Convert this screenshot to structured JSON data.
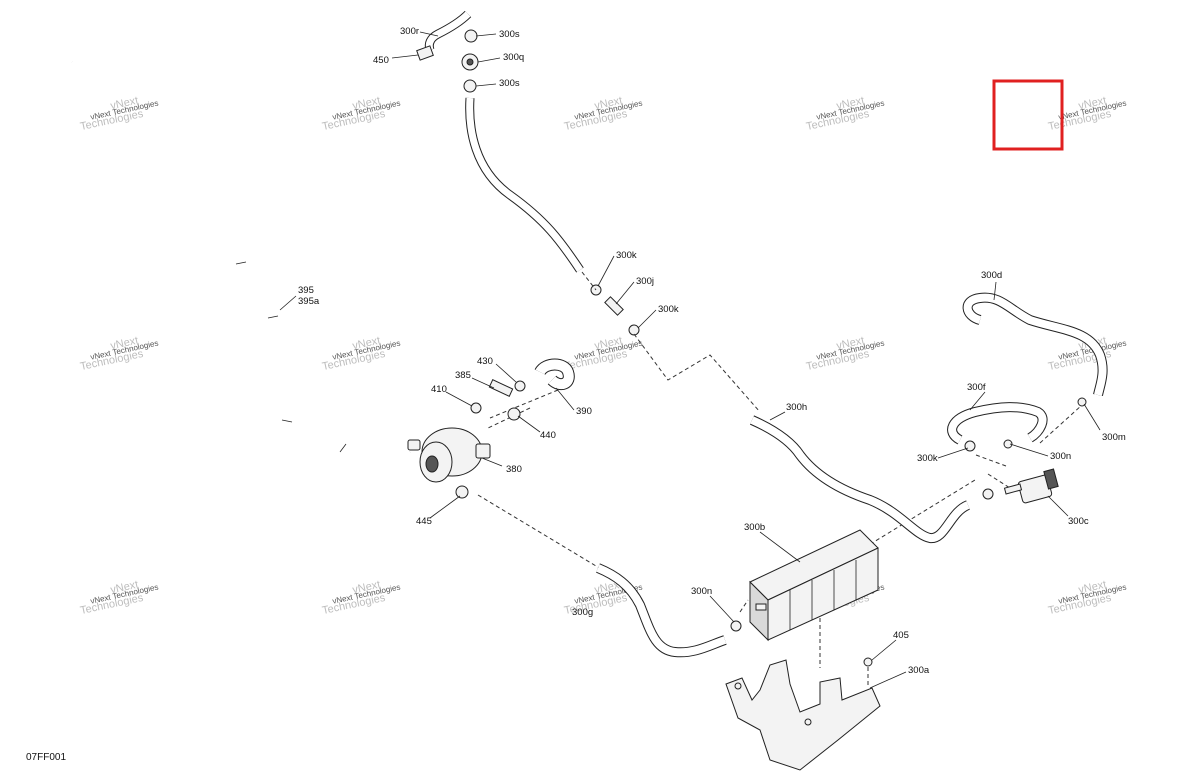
{
  "diagram": {
    "drawing_reference": "07FF001",
    "watermark_line1": "vNext",
    "watermark_line2": "Technologies",
    "callouts": {
      "c300r": "300r",
      "c450": "450",
      "c300s_top": "300s",
      "c300q": "300q",
      "c300s_bottom": "300s",
      "c300k_a": "300k",
      "c300j": "300j",
      "c300k_b": "300k",
      "c300d": "300d",
      "c395": "395",
      "c395a": "395a",
      "c430": "430",
      "c385": "385",
      "c410": "410",
      "c390": "390",
      "c440": "440",
      "c380": "380",
      "c445": "445",
      "c300h": "300h",
      "c300f": "300f",
      "c300m": "300m",
      "c300k_c": "300k",
      "c300n_right": "300n",
      "c300c": "300c",
      "c300b": "300b",
      "c300n_left": "300n",
      "c300g": "300g",
      "c405": "405",
      "c300a": "300a"
    }
  },
  "highlight_box": {
    "color": "#e02020"
  }
}
